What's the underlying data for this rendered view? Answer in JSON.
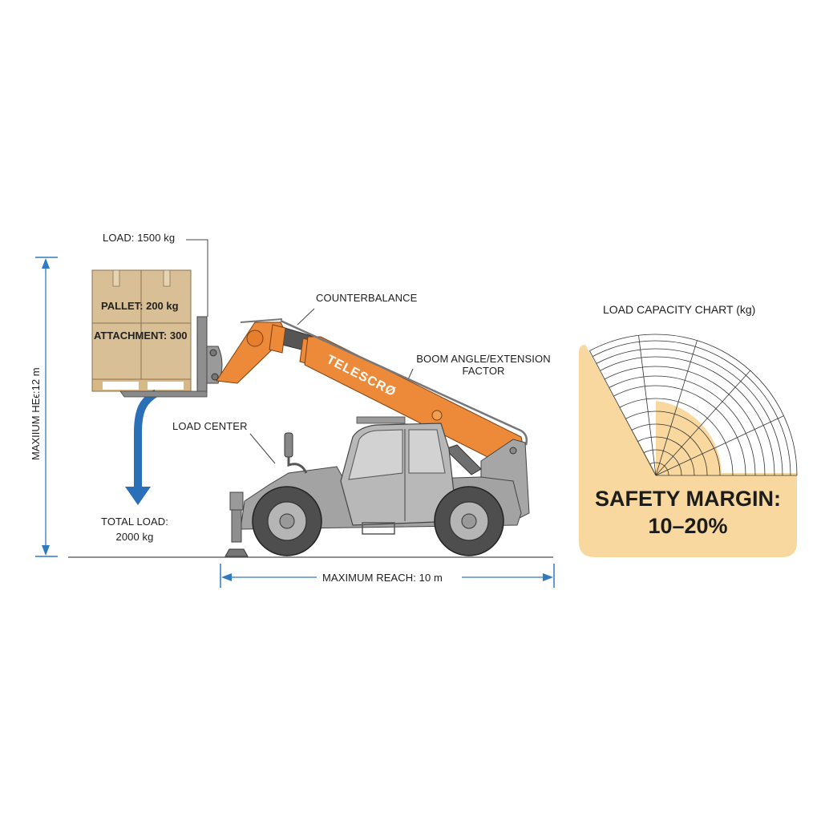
{
  "diagram": {
    "labels": {
      "load": "LOAD: 1500 kg",
      "pallet": "PALLET: 200 kg",
      "attachment": "ATTACHMENT: 300",
      "counterbalance": "COUNTERBALANCE",
      "boom_line1": "BOOM ANGLE/EXTENSION",
      "boom_line2": "FACTOR",
      "load_center": "LOAD CENTER",
      "total_load_line1": "TOTAL LOAD:",
      "total_load_line2": "2000 kg",
      "max_height": "MAXIIUM HEϵ:12 m",
      "max_reach": "MAXIMUM REACH: 10 m",
      "boom_brand": "TELESCRØ"
    },
    "chart": {
      "title": "LOAD CAPACITY CHART (kg)",
      "safety_line1": "SAFETY MARGIN:",
      "safety_line2": "10–20%"
    },
    "colors": {
      "boom_orange": "#ec8a3a",
      "dimension_blue": "#2e7bbf",
      "arrow_blue": "#2a6fb8",
      "box_tan": "#d9bf96",
      "chart_fill": "#f8d89f",
      "machine_gray": "#9b9b9b"
    }
  }
}
